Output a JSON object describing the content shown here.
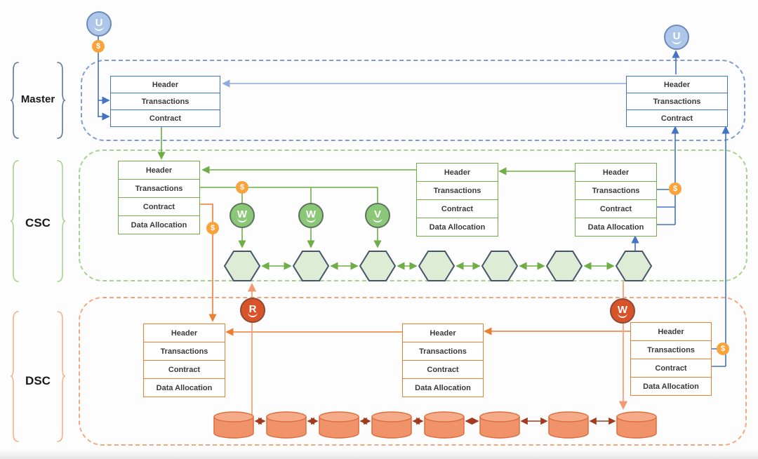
{
  "layers": {
    "master": {
      "label": "Master"
    },
    "csc": {
      "label": "CSC"
    },
    "dsc": {
      "label": "DSC"
    }
  },
  "rows3": [
    "Header",
    "Transactions",
    "Contract"
  ],
  "rows4": [
    "Header",
    "Transactions",
    "Contract",
    "Data Allocation"
  ],
  "icons": {
    "user": "U",
    "writer": "W",
    "validator": "V",
    "reader": "R",
    "token": "$"
  },
  "structure": {
    "csc_chain_length": 7,
    "dsc_storage_length": 8
  },
  "colors": {
    "master_line": "#4472c4",
    "master_light_line": "#8faadc",
    "csc_line": "#70ad47",
    "dsc_line": "#ed7d31",
    "storage_arrow": "#a23b1e",
    "token_fill": "#f9a43a",
    "hex_fill": "#dfecd5",
    "hex_border": "#44546a",
    "cylinder_fill": "#f0936a"
  }
}
